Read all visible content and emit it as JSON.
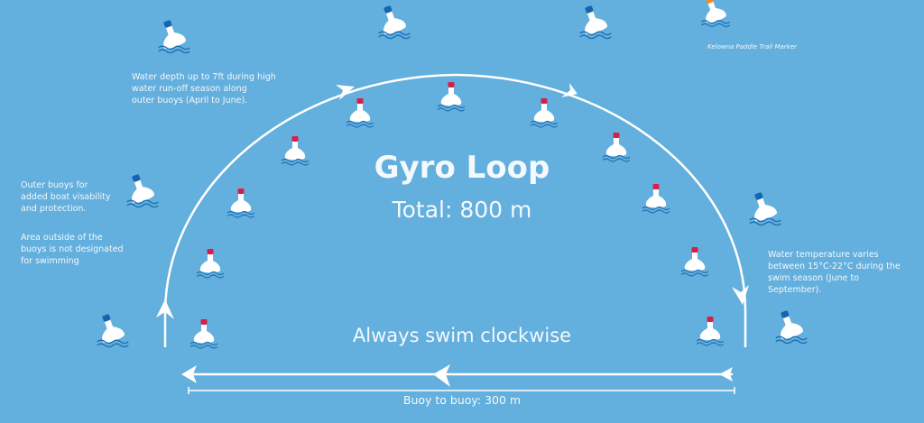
{
  "title": "Gyro Loop",
  "total": "Total: 800 m",
  "direction": "Always swim clockwise",
  "distance": "Buoy to buoy: 300 m",
  "notes": {
    "depth": [
      "Water depth up to 7ft during high",
      "water run-off season along",
      "outer buoys (April to June)."
    ],
    "outer": [
      "Outer buoys for",
      "added boat visability",
      "and protection."
    ],
    "outside": [
      "Area outside of the",
      "buoys is not designated",
      "for swimming"
    ],
    "temperature": [
      "Water temperature varies",
      "between 15°C-22°C during the",
      "swim season (June to",
      "September)."
    ]
  },
  "legend": {
    "marker_label": "Kelowna Paddle Trail Marker"
  },
  "colors": {
    "water": "#63afdd",
    "inner_buoy_cap": "#d81e45",
    "outer_buoy_cap": "#1565b0",
    "marker_cap": "#f28c28",
    "wave": "#1a6fb5",
    "line": "#ffffff"
  },
  "buoys": {
    "inner": [
      [
        226,
        375,
        0
      ],
      [
        233,
        297,
        0
      ],
      [
        267,
        230,
        0
      ],
      [
        327,
        172,
        0
      ],
      [
        399,
        130,
        0
      ],
      [
        500,
        112,
        0
      ],
      [
        603,
        130,
        0
      ],
      [
        683,
        168,
        0
      ],
      [
        727,
        225,
        0
      ],
      [
        770,
        295,
        0
      ],
      [
        787,
        372,
        0
      ]
    ],
    "outer": [
      [
        125,
        372,
        -20
      ],
      [
        158,
        217,
        -20
      ],
      [
        193,
        46,
        -20
      ],
      [
        437,
        30,
        -20
      ],
      [
        660,
        30,
        -20
      ],
      [
        848,
        237,
        -20
      ],
      [
        877,
        368,
        -20
      ]
    ],
    "marker": [
      [
        793,
        18,
        -20
      ]
    ]
  }
}
